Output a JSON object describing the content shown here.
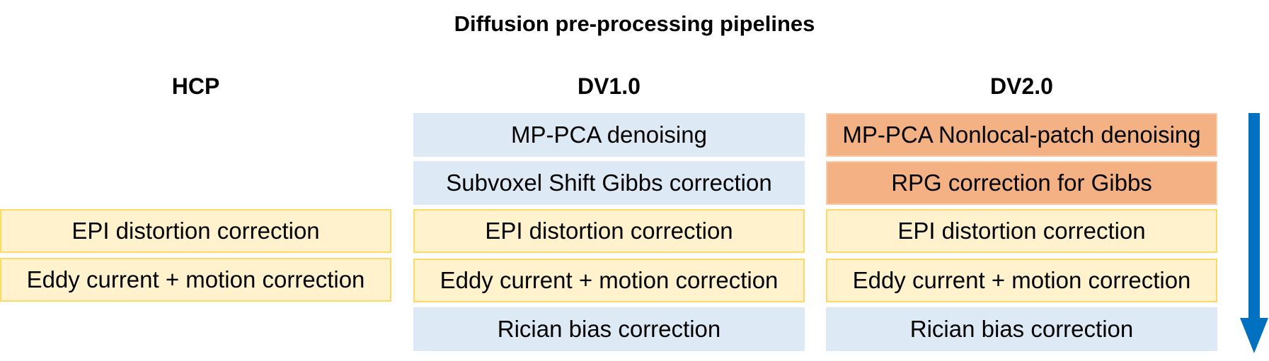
{
  "title": "Diffusion pre-processing pipelines",
  "columns": [
    {
      "heading": "HCP",
      "steps": [
        {
          "label": "EPI distortion correction",
          "color": "#fff2cc"
        },
        {
          "label": "Eddy current + motion correction",
          "color": "#fff2cc"
        }
      ]
    },
    {
      "heading": "DV1.0",
      "steps": [
        {
          "label": "MP-PCA denoising",
          "color": "#dde9f5"
        },
        {
          "label": "Subvoxel Shift Gibbs correction",
          "color": "#dde9f5"
        },
        {
          "label": "EPI distortion correction",
          "color": "#fff2cc"
        },
        {
          "label": "Eddy current + motion correction",
          "color": "#fff2cc"
        },
        {
          "label": "Rician bias correction",
          "color": "#dde9f5"
        }
      ]
    },
    {
      "heading": "DV2.0",
      "steps": [
        {
          "label": "MP-PCA Nonlocal-patch denoising",
          "color": "#f4b183"
        },
        {
          "label": "RPG correction for Gibbs",
          "color": "#f4b183"
        },
        {
          "label": "EPI distortion correction",
          "color": "#fff2cc"
        },
        {
          "label": "Eddy current + motion correction",
          "color": "#fff2cc"
        },
        {
          "label": "Rician bias correction",
          "color": "#dde9f5"
        }
      ]
    }
  ],
  "arrow": {
    "icon": "down-arrow-icon",
    "color": "#0070c0"
  }
}
